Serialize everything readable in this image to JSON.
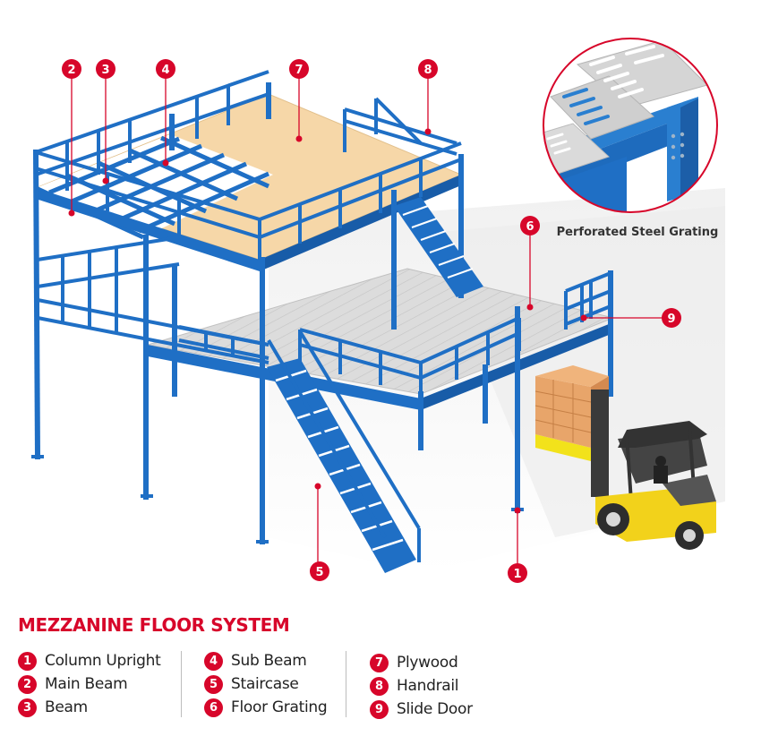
{
  "title": "MEZZANINE FLOOR SYSTEM",
  "inset": {
    "caption": "Perforated Steel Grating",
    "border_color": "#d7062a"
  },
  "colors": {
    "accent_red": "#d7062a",
    "steel_blue": "#1f6fc5",
    "plywood": "#f6d7a8",
    "grating_gray": "#d9d9d9",
    "forklift_yellow": "#f2d21b"
  },
  "callouts": [
    {
      "number": "1",
      "label": "Column Upright"
    },
    {
      "number": "2",
      "label": "Main Beam"
    },
    {
      "number": "3",
      "label": "Beam"
    },
    {
      "number": "4",
      "label": "Sub Beam"
    },
    {
      "number": "5",
      "label": "Staircase"
    },
    {
      "number": "6",
      "label": "Floor Grating"
    },
    {
      "number": "7",
      "label": "Plywood"
    },
    {
      "number": "8",
      "label": "Handrail"
    },
    {
      "number": "9",
      "label": "Slide Door"
    }
  ],
  "legend": {
    "columns": [
      [
        {
          "number": "1",
          "label": "Column Upright"
        },
        {
          "number": "2",
          "label": "Main Beam"
        },
        {
          "number": "3",
          "label": "Beam"
        }
      ],
      [
        {
          "number": "4",
          "label": "Sub Beam"
        },
        {
          "number": "5",
          "label": "Staircase"
        },
        {
          "number": "6",
          "label": "Floor Grating"
        }
      ],
      [
        {
          "number": "7",
          "label": "Plywood"
        },
        {
          "number": "8",
          "label": "Handrail"
        },
        {
          "number": "9",
          "label": "Slide Door"
        }
      ]
    ]
  }
}
